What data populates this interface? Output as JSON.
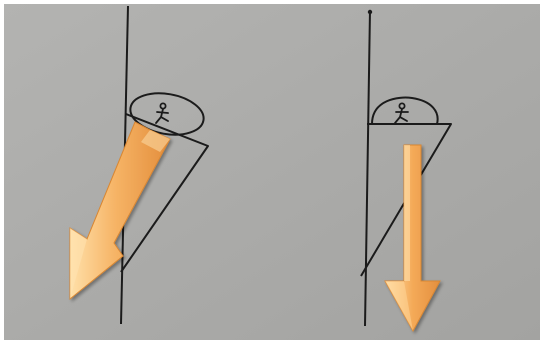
{
  "figure": {
    "panels": [
      {
        "name": "left-tilted",
        "figure_icon": "stick-figure-icon",
        "force_direction": "down-left"
      },
      {
        "name": "right-upright",
        "figure_icon": "stick-figure-icon",
        "force_direction": "down"
      }
    ],
    "colors": {
      "paper": "#adadaa",
      "ink": "#1b1b1b",
      "arrow_light": "#f8c77f",
      "arrow_mid": "#f3a85b",
      "arrow_dark": "#dc8b38"
    }
  }
}
